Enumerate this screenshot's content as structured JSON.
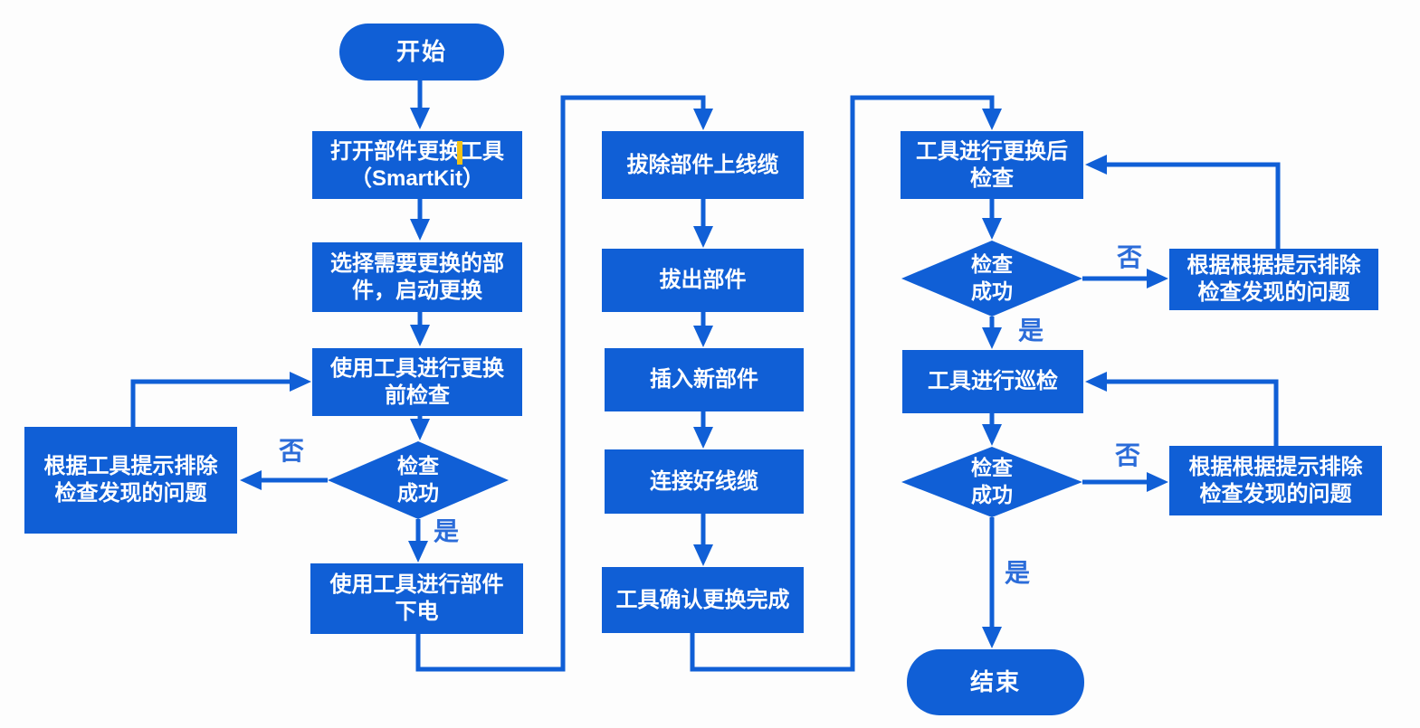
{
  "colors": {
    "primary": "#105fd6",
    "node_text": "#ffffff",
    "label_text": "#2b6cd9",
    "caret": "#f2c318",
    "background": "#fdfdfd"
  },
  "flow": {
    "start": "开始",
    "end": "结束",
    "yes": "是",
    "no": "否",
    "col1": {
      "open_tool": "打开部件更换工具\n（SmartKit）",
      "select_part": "选择需要更换的部\n件，启动更换",
      "pre_check": "使用工具进行更换\n前检查",
      "check_ok": "检查\n成功",
      "power_off": "使用工具进行部件\n下电",
      "fix_issues": "根据工具提示排除\n检查发现的问题"
    },
    "col2": {
      "unplug_cables": "拔除部件上线缆",
      "pull_out_part": "拔出部件",
      "insert_new_part": "插入新部件",
      "connect_cables": "连接好线缆",
      "confirm_done": "工具确认更换完成"
    },
    "col3": {
      "post_check": "工具进行更换后\n检查",
      "check_ok_post": "检查\n成功",
      "inspection": "工具进行巡检",
      "check_ok_inspect": "检查\n成功",
      "fix_issues_top": "根据根据提示排除\n检查发现的问题",
      "fix_issues_bottom": "根据根据提示排除\n检查发现的问题"
    }
  }
}
